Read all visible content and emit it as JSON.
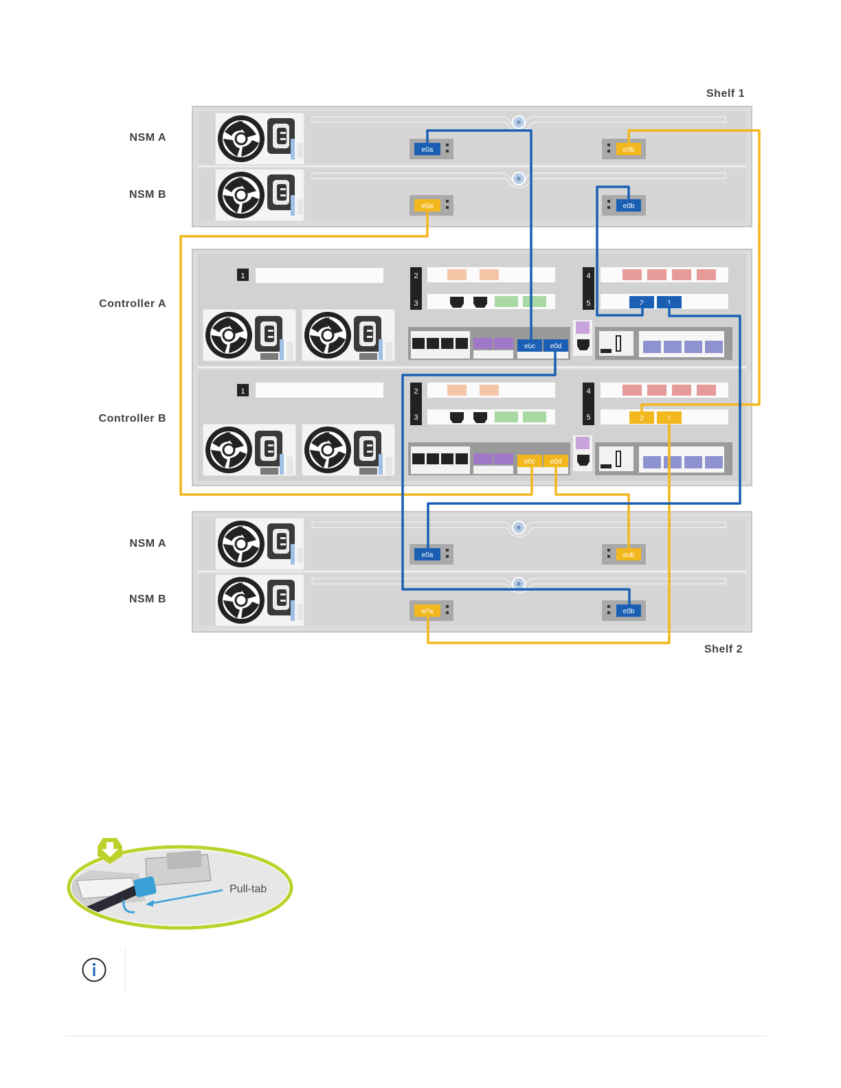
{
  "labels": {
    "shelf1": "Shelf 1",
    "shelf2": "Shelf 2",
    "nsm_a": "NSM A",
    "nsm_b": "NSM B",
    "controller_a": "Controller A",
    "controller_b": "Controller B"
  },
  "ports": {
    "e0a": "e0a",
    "e0b": "e0b",
    "e0c": "e0c",
    "e0d": "e0d"
  },
  "slots": [
    "1",
    "2",
    "3",
    "4",
    "5"
  ],
  "hba_ports": [
    "2",
    "1"
  ],
  "pull_tab": "Pull-tab",
  "colors": {
    "blue_cable": "#1b5fb4",
    "yellow_cable": "#f3b71e",
    "chassis": "#d9d9d9",
    "chassis_border": "#c3c3c3",
    "pull_tab_ring": "#bcd22a"
  },
  "icons": [
    "fan-icon",
    "power-socket-icon",
    "info-icon",
    "down-arrow-icon"
  ]
}
